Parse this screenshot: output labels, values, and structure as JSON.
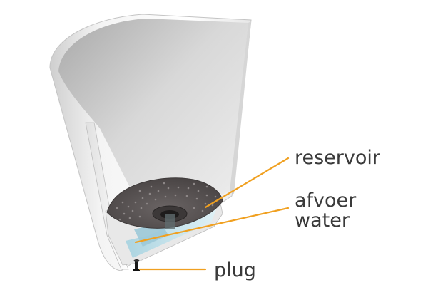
{
  "labels": {
    "reservoir": "reservoir",
    "afvoer_line1": "afvoer",
    "afvoer_line2": "water",
    "plug": "plug"
  },
  "colors": {
    "leader_line": "#f0a020",
    "label_text": "#3a3a3a",
    "pot_light": "#f2f2f2",
    "pot_shadow": "#b8b8b8",
    "disc": "#5a5555",
    "reservoir_water": "#c8e6ef"
  }
}
